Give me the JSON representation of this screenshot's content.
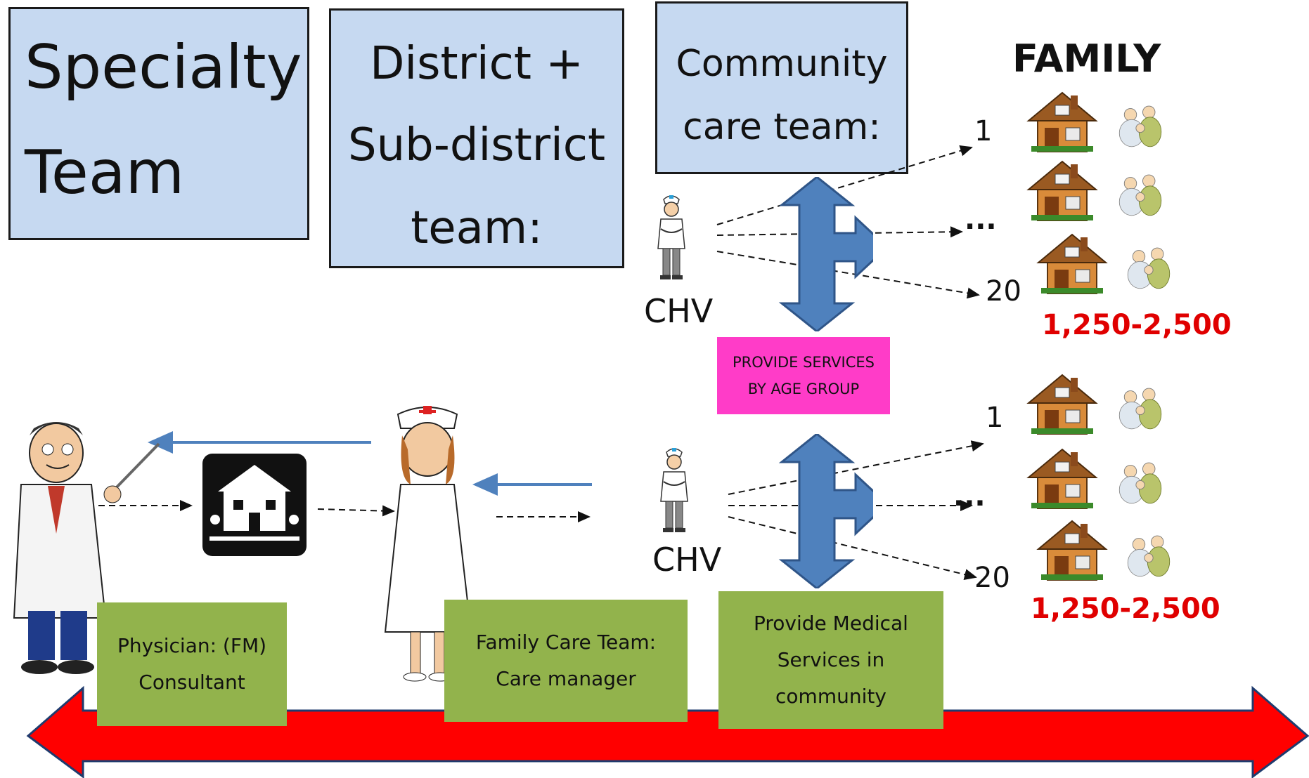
{
  "specialty_team": {
    "line1": "Specialty",
    "line2": "Team"
  },
  "district_team": {
    "line1": "District +",
    "line2": "Sub-district",
    "line3": "team:"
  },
  "community_team": {
    "line1": "Community",
    "line2": "care team:"
  },
  "family": {
    "title": "FAMILY",
    "upper_labels": [
      "1",
      "...",
      "20"
    ],
    "lower_labels": [
      "1",
      "...",
      "20"
    ],
    "upper_count": "1,250-2,500",
    "lower_count": "1,250-2,500"
  },
  "chv_upper": "CHV",
  "chv_lower": "CHV",
  "services_box": {
    "line1": "PROVIDE SERVICES",
    "line2": "BY AGE GROUP"
  },
  "physician_box": {
    "line1": "Physician: (FM)",
    "line2": "Consultant"
  },
  "family_care_box": {
    "line1": "Family Care Team:",
    "line2": "Care manager"
  },
  "medical_box": {
    "line1": "Provide Medical",
    "line2": "Services in",
    "line3": "community"
  },
  "icons": [
    "doctor-icon",
    "home-icon",
    "nurse-icon",
    "health-volunteer-icon",
    "house-icon",
    "family-icon"
  ],
  "colors": {
    "box_blue": "#c6d9f1",
    "box_green": "#92b34c",
    "box_pink": "#ff3cc8",
    "arrow_blue": "#4f81bd",
    "arrow_red": "#ff0000",
    "count_red": "#e00000"
  }
}
